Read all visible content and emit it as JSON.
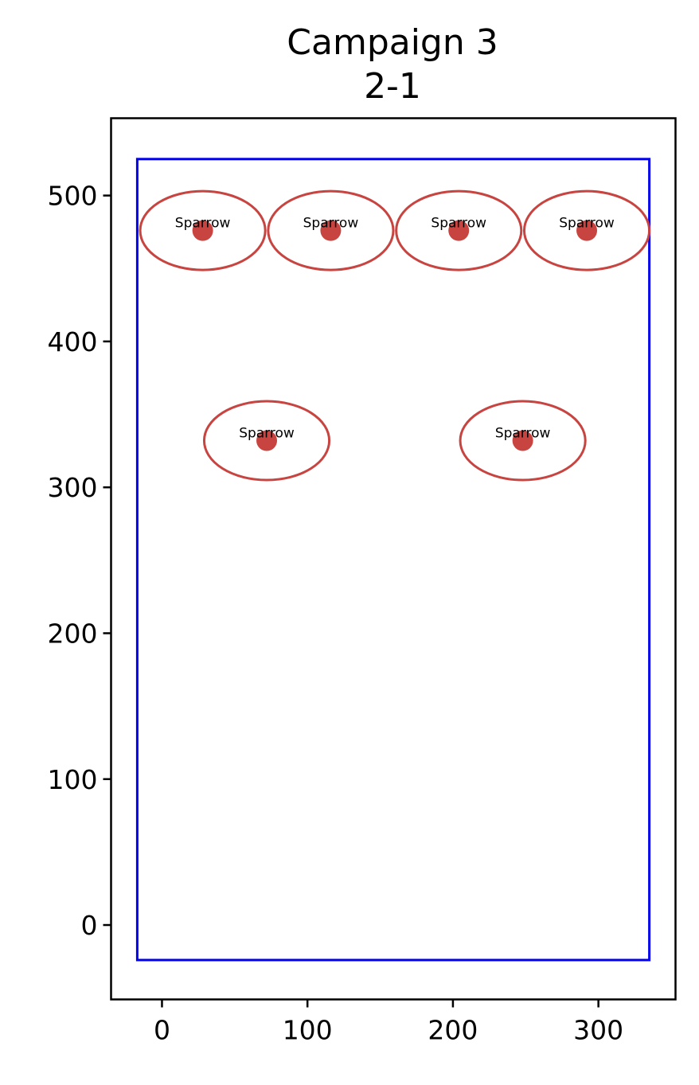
{
  "chart_data": {
    "type": "scatter",
    "title": "Campaign 3",
    "subtitle": "2-1",
    "xlabel": "",
    "ylabel": "",
    "xlim": [
      -35,
      353
    ],
    "ylim": [
      -51,
      553
    ],
    "xticks": [
      0,
      100,
      200,
      300
    ],
    "yticks": [
      0,
      100,
      200,
      300,
      400,
      500
    ],
    "grid": false,
    "boundary": {
      "x_min": -17,
      "x_max": 335,
      "y_min": -24,
      "y_max": 525,
      "color": "#0000ee"
    },
    "marker_color": "#c84440",
    "ellipse_width": 86,
    "ellipse_height": 54,
    "points": [
      {
        "label": "Sparrow",
        "x": 28,
        "y": 476
      },
      {
        "label": "Sparrow",
        "x": 116,
        "y": 476
      },
      {
        "label": "Sparrow",
        "x": 204,
        "y": 476
      },
      {
        "label": "Sparrow",
        "x": 292,
        "y": 476
      },
      {
        "label": "Sparrow",
        "x": 72,
        "y": 332
      },
      {
        "label": "Sparrow",
        "x": 248,
        "y": 332
      }
    ]
  }
}
